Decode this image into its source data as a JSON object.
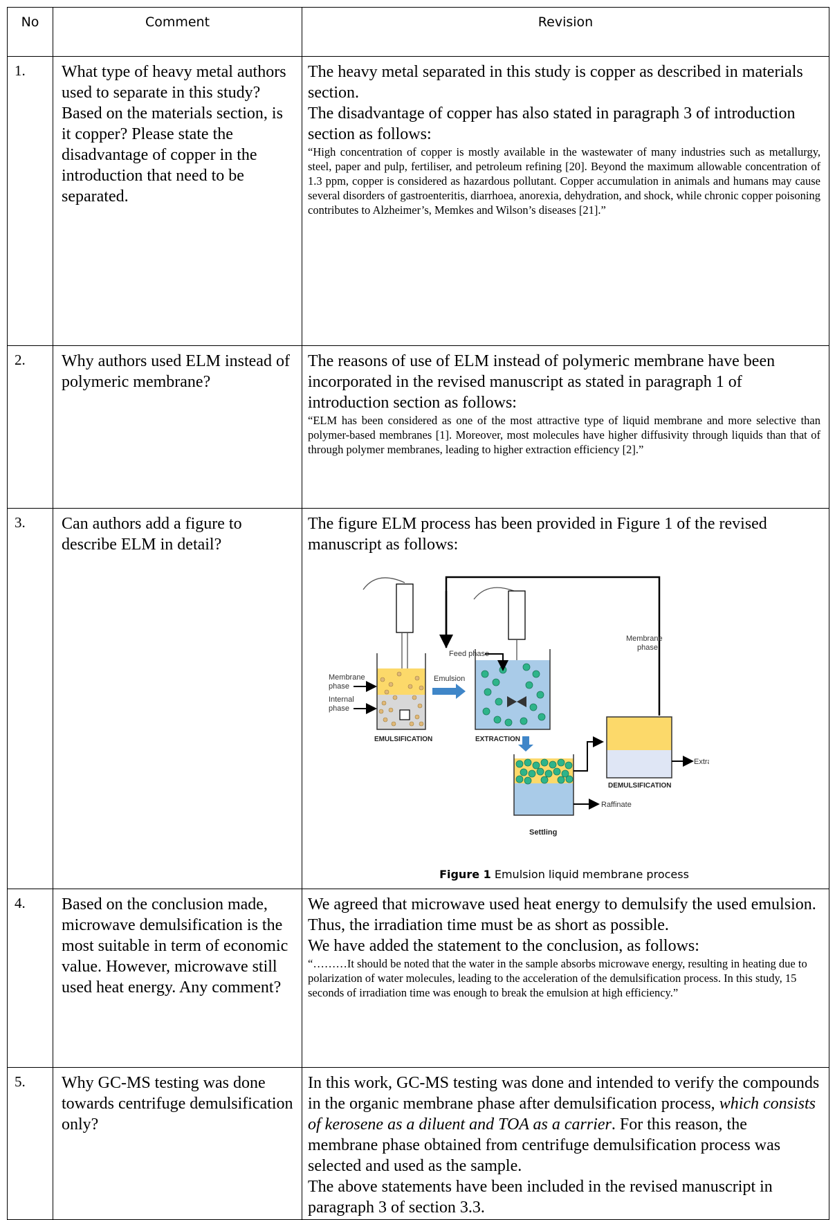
{
  "table": {
    "headers": {
      "no": "No",
      "comment": "Comment",
      "revision": "Revision"
    },
    "rows": [
      {
        "no": "1.",
        "comment": "What type of heavy metal authors used to separate in this study? Based on the materials section, is it copper? Please state the disadvantage of copper in the introduction that need to be separated.",
        "revision_p1": "The heavy metal separated in this study is copper as described in materials section.",
        "revision_p2": "The disadvantage of copper has also stated in paragraph 3 of introduction section as follows:",
        "quote": "“High concentration of copper is mostly available in the wastewater of many industries such as metallurgy, steel, paper and pulp, fertiliser, and petroleum refining [20]. Beyond the maximum allowable concentration of 1.3 ppm, copper is considered as hazardous pollutant. Copper accumulation in animals and humans may cause several disorders of gastroenteritis, diarrhoea, anorexia, dehydration, and shock, while chronic copper poisoning contributes to Alzheimer’s, Memkes and Wilson’s diseases [21].”"
      },
      {
        "no": "2.",
        "comment": "Why authors used ELM instead of polymeric membrane?",
        "revision_p1": "The reasons of use of ELM instead of polymeric membrane have been incorporated in the revised manuscript as stated in paragraph 1 of introduction section as follows:",
        "quote": "“ELM has been considered as one of the most attractive type of liquid membrane and more selective than polymer-based membranes [1]. Moreover, most molecules have higher diffusivity through liquids than that of through polymer membranes, leading to higher extraction efficiency [2].”"
      },
      {
        "no": "3.",
        "comment": "Can authors add a figure to describe ELM in detail?",
        "revision_p1": "The figure ELM process has been provided in Figure 1 of the revised manuscript as follows:",
        "figure": {
          "caption_label": "Figure 1",
          "caption_text": " Emulsion liquid membrane process",
          "labels": {
            "feed_phase": "Feed phase",
            "membrane_phase_left_1": "Membrane",
            "membrane_phase_left_2": "phase",
            "internal_phase_1": "Internal",
            "internal_phase_2": "phase",
            "emulsion": "Emulsion",
            "emulsification": "EMULSIFICATION",
            "extraction": "EXTRACTION",
            "membrane_phase_right_1": "Membrane",
            "membrane_phase_right_2": "phase",
            "demulsification": "DEMULSIFICATION",
            "extract": "Extract",
            "raffinate": "Raffinate",
            "settling": "Settling"
          },
          "colors": {
            "membrane_yellow": "#fcd96a",
            "aqueous_blue": "#a9cbe8",
            "internal_grey": "#d8d8d8",
            "droplet_green": "#2eb48a",
            "arrow_blue": "#3f86c8"
          }
        }
      },
      {
        "no": "4.",
        "comment": "Based on the conclusion made, microwave demulsification is the most suitable in term of economic value. However, microwave still used heat energy. Any comment?",
        "revision_p1": "We agreed that microwave used heat energy to demulsify the used emulsion. Thus, the irradiation time must be as short as possible.",
        "revision_p2": "We have added the statement to the conclusion, as follows:",
        "quote": "“………It should be noted that the water in the sample absorbs microwave energy, resulting in heating due to polarization of water molecules, leading to the acceleration of the demulsification process. In this study, 15 seconds of irradiation time was enough to break the emulsion at high efficiency.”"
      },
      {
        "no": "5.",
        "comment": "Why GC-MS testing was done towards centrifuge demulsification only?",
        "revision_p1a": "In this work, GC-MS testing was done and intended to verify the compounds in the organic membrane phase after demulsification process, ",
        "revision_p1b": "which consists of kerosene as a diluent and TOA as a carrier",
        "revision_p1c": ". For this reason, the membrane phase obtained from centrifuge demulsification process was selected and used as the sample.",
        "revision_p2": "The above statements have been included in the revised manuscript in paragraph 3 of section 3.3."
      }
    ]
  }
}
